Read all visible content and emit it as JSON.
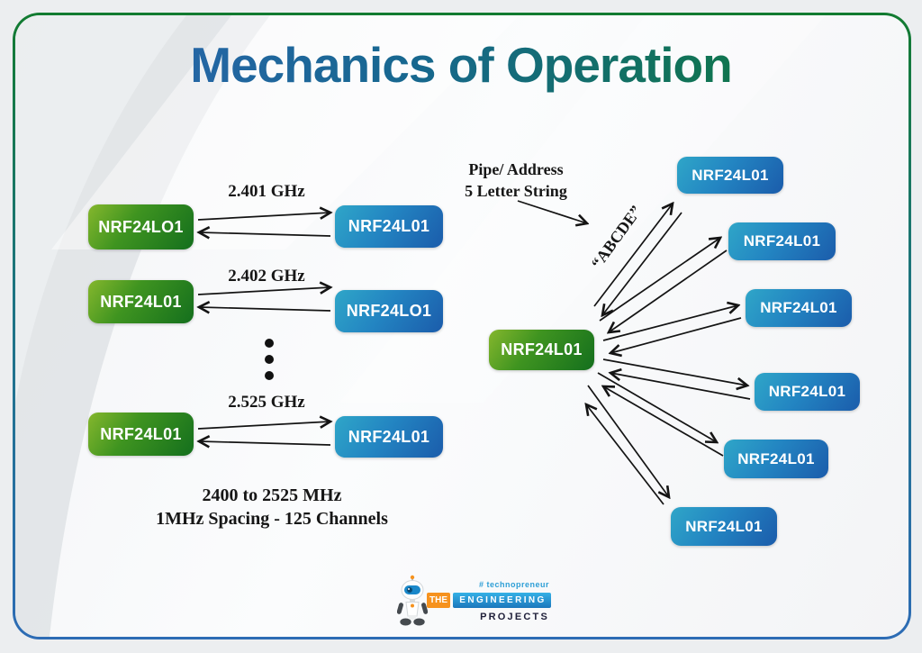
{
  "title": "Mechanics of Operation",
  "left_panel": {
    "pairs": [
      {
        "frequency": "2.401 GHz",
        "left": "NRF24LO1",
        "right": "NRF24L01"
      },
      {
        "frequency": "2.402 GHz",
        "left": "NRF24L01",
        "right": "NRF24LO1"
      },
      {
        "frequency": "2.525 GHz",
        "left": "NRF24L01",
        "right": "NRF24L01"
      }
    ],
    "caption_line1": "2400 to 2525 MHz",
    "caption_line2": "1MHz Spacing - 125 Channels"
  },
  "right_panel": {
    "hub": "NRF24L01",
    "nodes": [
      "NRF24L01",
      "NRF24L01",
      "NRF24L01",
      "NRF24L01",
      "NRF24L01",
      "NRF24L01"
    ],
    "pipe_note_line1": "Pipe/ Address",
    "pipe_note_line2": "5 Letter String",
    "address_string": "“ABCDE”"
  },
  "logo": {
    "tagline": "# technopreneur",
    "the": "THE",
    "engineering": "ENGINEERING",
    "projects": "PROJECTS"
  },
  "colors": {
    "green_box_start": "#85b72d",
    "green_box_end": "#146f1d",
    "blue_box_start": "#2fa6c8",
    "blue_box_end": "#1b5cab",
    "border_top_green": "#127b30",
    "border_bottom_blue": "#2d6cb5",
    "title_blue": "#2b66af",
    "title_green": "#0d7a37",
    "logo_orange": "#f6921e",
    "logo_blue": "#29a8dd",
    "arrow_black": "#141414"
  }
}
